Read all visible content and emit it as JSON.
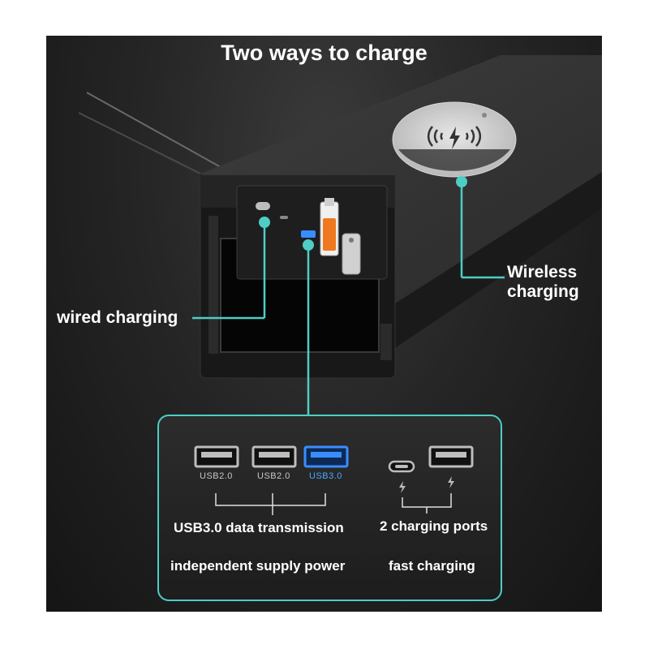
{
  "title": "Two ways to charge",
  "callouts": {
    "wired": "wired charging",
    "wireless_line1": "Wireless",
    "wireless_line2": "charging"
  },
  "inset": {
    "ports": [
      {
        "label": "USB2.0",
        "kind": "usb-a",
        "color": "#bdbdbd"
      },
      {
        "label": "USB2.0",
        "kind": "usb-a",
        "color": "#bdbdbd"
      },
      {
        "label": "USB3.0",
        "kind": "usb-a",
        "color": "#3a8dff"
      },
      {
        "label": "",
        "kind": "usb-c",
        "color": "#bdbdbd"
      },
      {
        "label": "",
        "kind": "usb-a",
        "color": "#bdbdbd"
      }
    ],
    "data_group_line1": "USB3.0 data transmission",
    "data_group_line2": "independent supply power",
    "charge_group_line1": "2 charging ports",
    "charge_group_line2": "fast charging"
  },
  "accent_color": "#4ecdc4"
}
